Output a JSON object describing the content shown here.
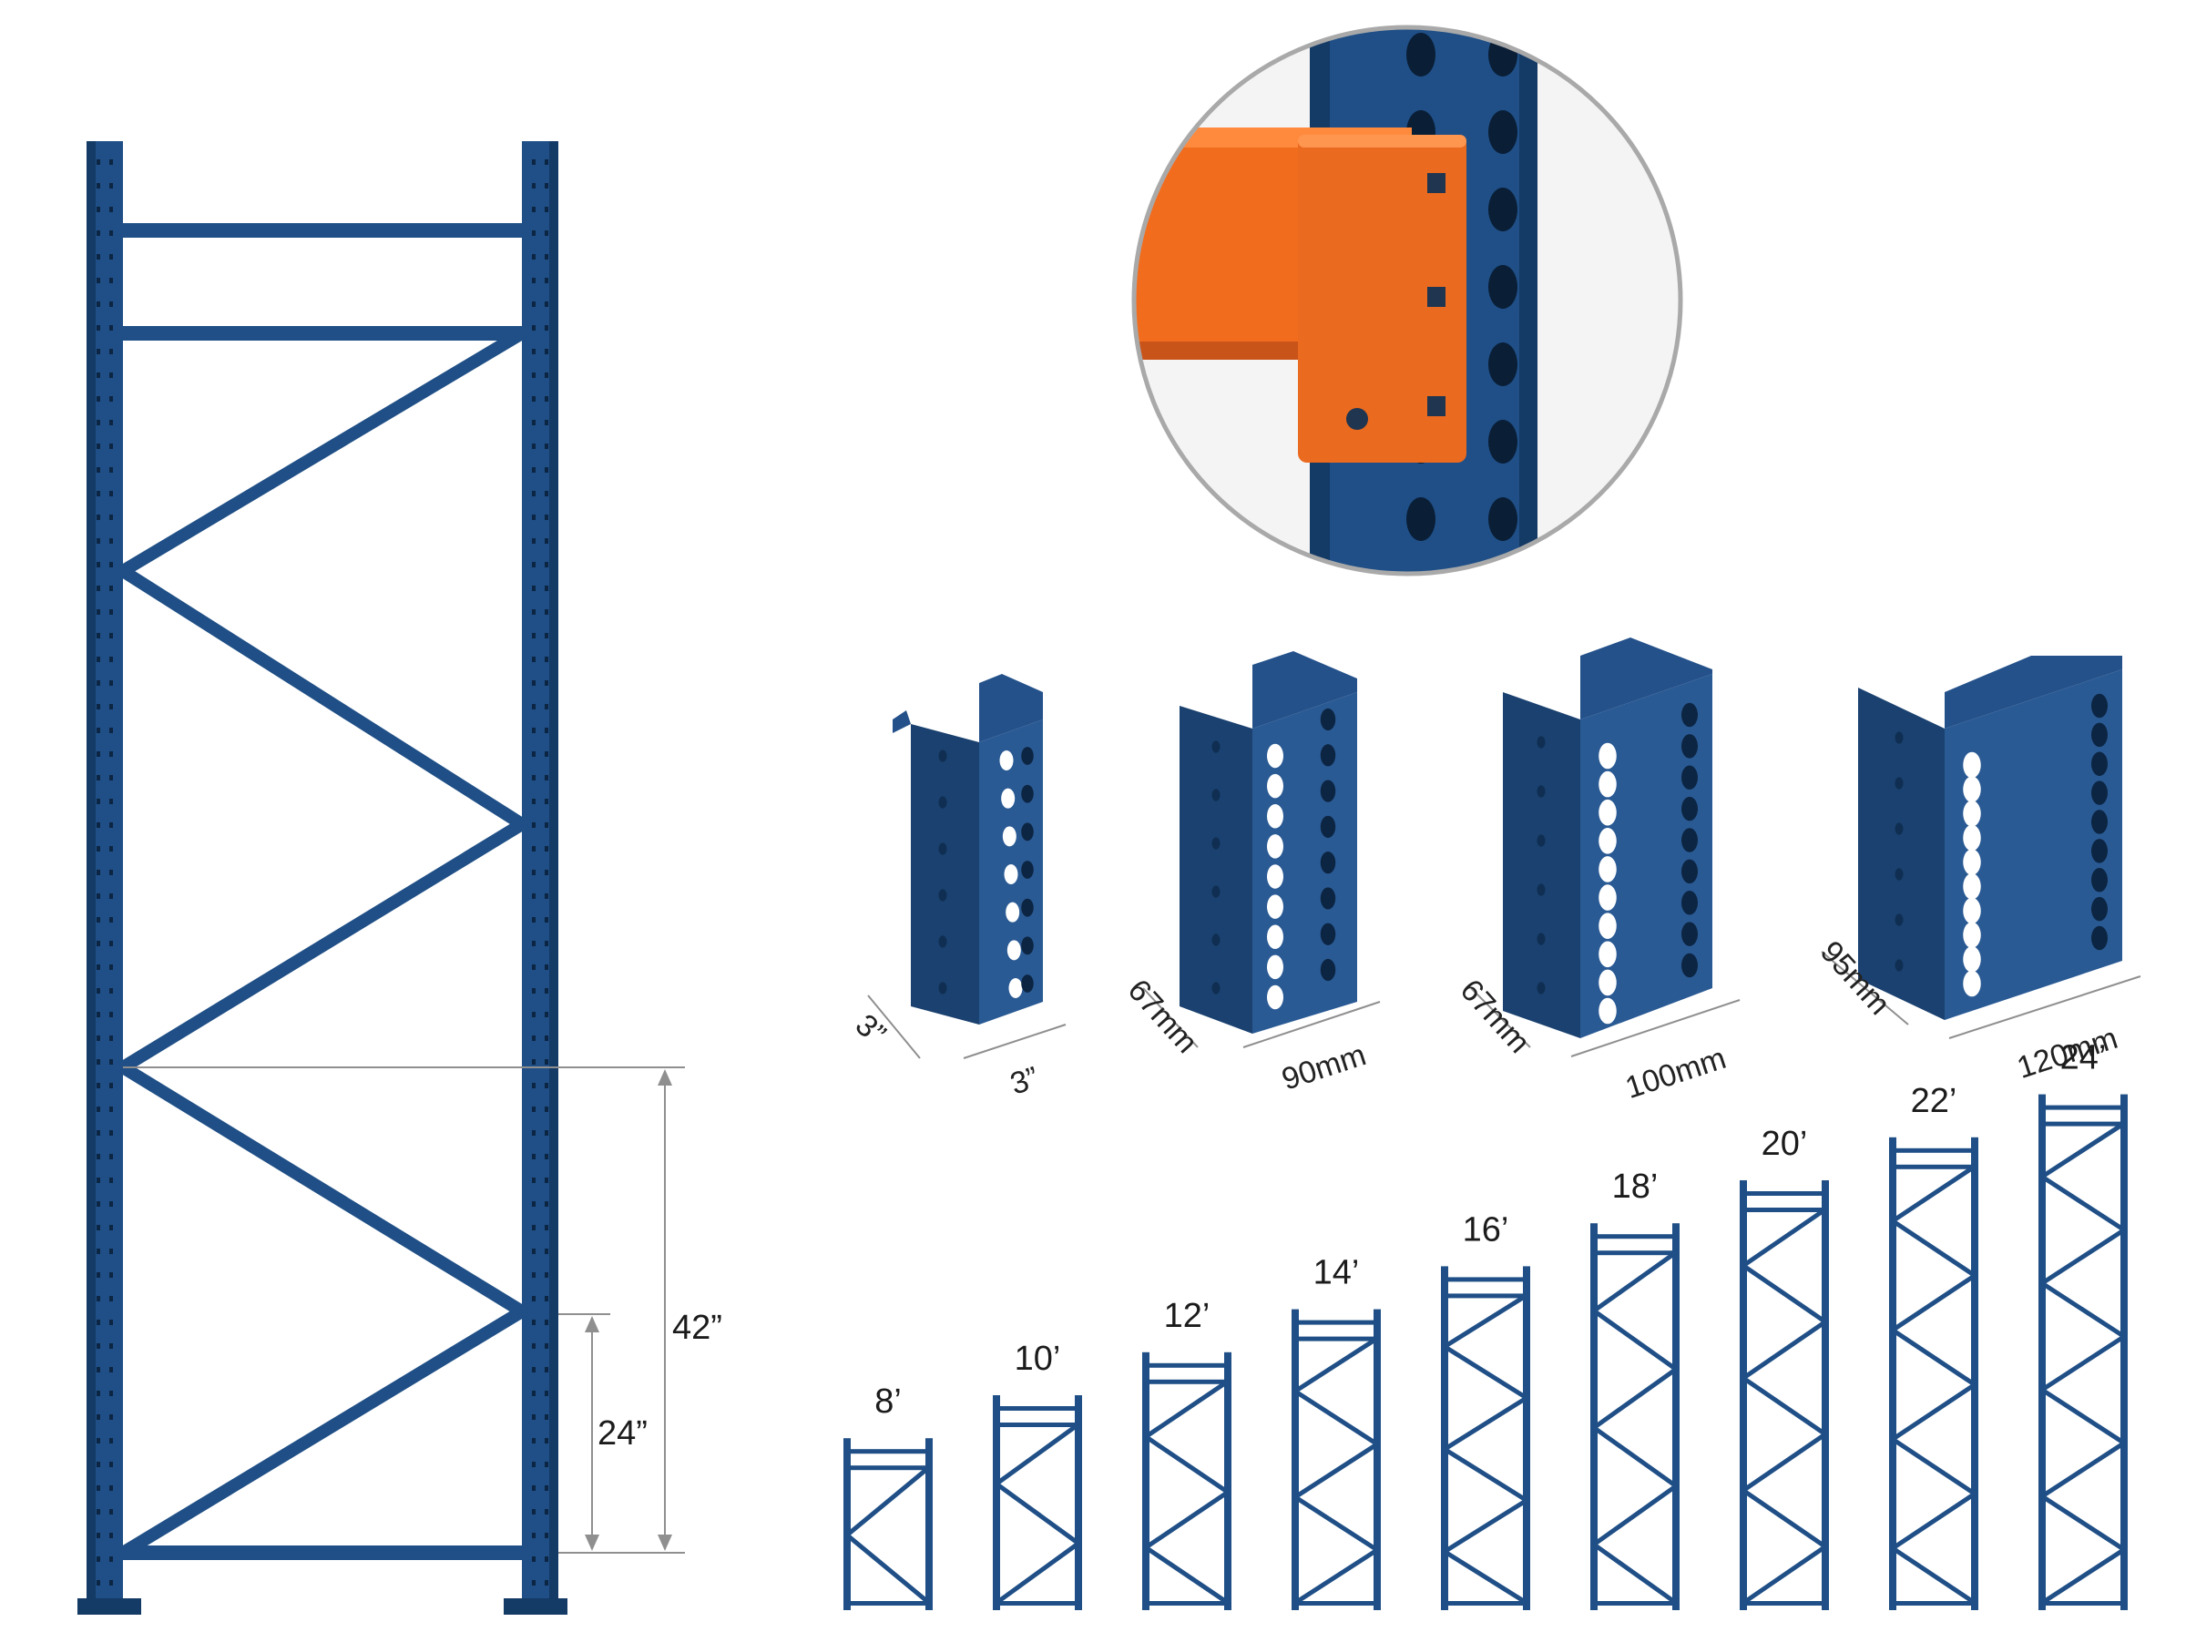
{
  "colors": {
    "frame_blue": "#1f4f86",
    "frame_blue_dark": "#143a66",
    "beam_orange": "#f26c1d",
    "dimension_gray": "#8f8f8f",
    "zoom_ring": "#a9a9a9"
  },
  "main_frame": {
    "dimensions": {
      "upper": "42”",
      "lower": "24”"
    }
  },
  "upright_profiles": [
    {
      "depth": "3”",
      "width": "3”"
    },
    {
      "depth": "67mm",
      "width": "90mm"
    },
    {
      "depth": "67mm",
      "width": "100mm"
    },
    {
      "depth": "95mm",
      "width": "120mm"
    }
  ],
  "frame_heights": [
    {
      "label": "8’",
      "feet": 8
    },
    {
      "label": "10’",
      "feet": 10
    },
    {
      "label": "12’",
      "feet": 12
    },
    {
      "label": "14’",
      "feet": 14
    },
    {
      "label": "16’",
      "feet": 16
    },
    {
      "label": "18’",
      "feet": 18
    },
    {
      "label": "20’",
      "feet": 20
    },
    {
      "label": "22’",
      "feet": 22
    },
    {
      "label": "24’",
      "feet": 24
    }
  ]
}
